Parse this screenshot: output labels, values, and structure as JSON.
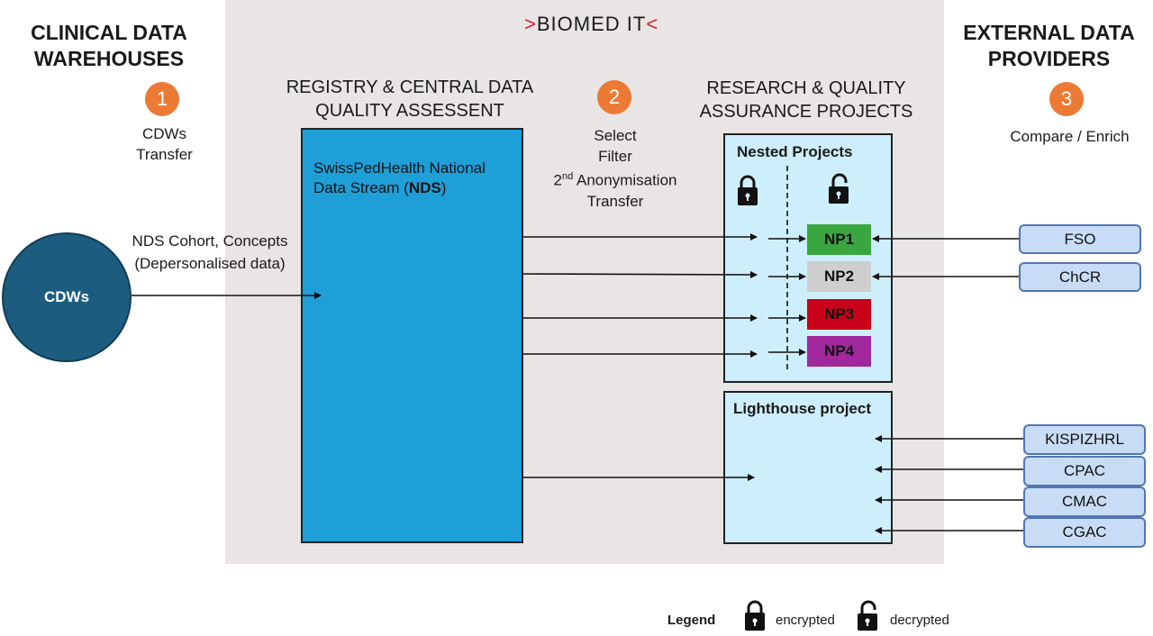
{
  "header": {
    "left_title": "CLINICAL DATA\nWAREHOUSES",
    "right_title": "EXTERNAL DATA\nPROVIDERS",
    "brand_open": ">",
    "brand_name": "BIOMED IT",
    "brand_close": "<"
  },
  "steps": [
    {
      "number": "1",
      "label": "CDWs\nTransfer"
    },
    {
      "number": "2",
      "label": "Select\nFilter\n2nd Anonymisation\nTransfer"
    },
    {
      "number": "3",
      "label": "Compare / Enrich"
    }
  ],
  "sections": {
    "registry": "REGISTRY & CENTRAL DATA\nQUALITY ASSESSENT",
    "research": "RESEARCH & QUALITY\nASSURANCE PROJECTS"
  },
  "cdw": {
    "label": "CDWs",
    "flow_label": "NDS Cohort, Concepts\n(Depersonalised data)"
  },
  "nds": {
    "text_prefix": "SwissPedHealth National Data Stream (",
    "text_bold": "NDS",
    "text_suffix": ")"
  },
  "nested": {
    "title": "Nested Projects",
    "projects": [
      "NP1",
      "NP2",
      "NP3",
      "NP4"
    ],
    "left_icon": "lock-closed-icon",
    "right_icon": "lock-open-icon"
  },
  "lighthouse": {
    "title": "Lighthouse project"
  },
  "providers_nested": [
    "FSO",
    "ChCR"
  ],
  "providers_lighthouse": [
    "KISPIZHRL",
    "CPAC",
    "CMAC",
    "CGAC"
  ],
  "legend": {
    "title": "Legend",
    "encrypted": "encrypted",
    "decrypted": "decrypted"
  },
  "colors": {
    "accent_orange": "#ec7a35",
    "nds_blue": "#1e9fd8",
    "project_light_blue": "#cdeefb",
    "cdw_dark_blue": "#1c5d7f",
    "np1": "#3aa640",
    "np2": "#cfcfcf",
    "np3": "#c9001a",
    "np4": "#a0289c",
    "brand_red": "#d0212b"
  }
}
